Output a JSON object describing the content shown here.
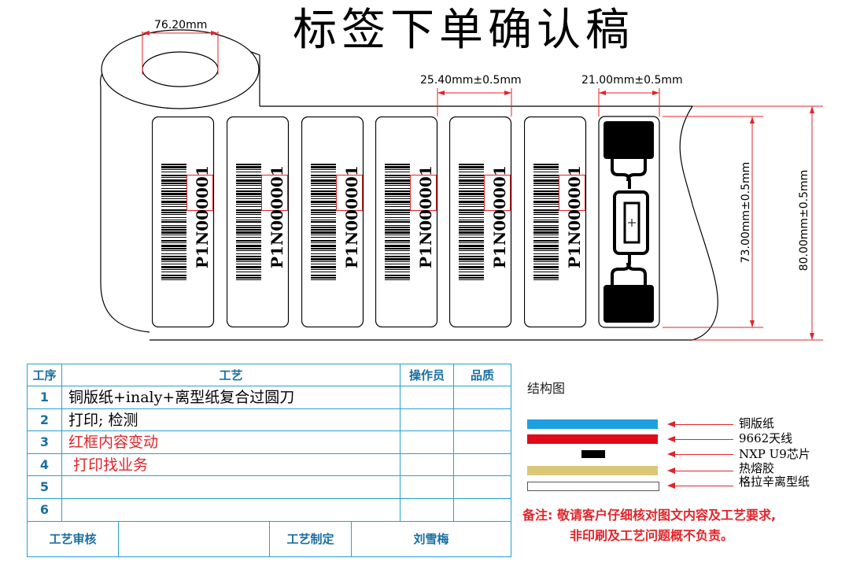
{
  "title": "标签下单确认稿",
  "dimensions": {
    "core_width": "76.20mm",
    "pitch": "25.40mm±0.5mm",
    "label_width": "21.00mm±0.5mm",
    "label_height": "73.00mm±0.5mm",
    "liner_height": "80.00mm±0.5mm"
  },
  "barcode_text": "P1N000001",
  "barcode_label_count": 6,
  "process_table": {
    "headers": {
      "step": "工序",
      "process": "工艺",
      "operator": "操作员",
      "quality": "品质"
    },
    "rows": [
      {
        "no": "1",
        "text": "铜版纸+inaly+离型纸复合过圆刀",
        "red": false
      },
      {
        "no": "2",
        "text": "打印; 检测",
        "red": false
      },
      {
        "no": "3",
        "text": "红框内容变动",
        "red": true
      },
      {
        "no": "4",
        "text": "打印找业务",
        "red": true
      },
      {
        "no": "5",
        "text": "",
        "red": false
      },
      {
        "no": "6",
        "text": "",
        "red": false
      }
    ],
    "footer": {
      "review_label": "工艺审核",
      "review_value": "",
      "make_label": "工艺制定",
      "make_value": "刘雪梅"
    }
  },
  "structure": {
    "title": "结构图",
    "layers": [
      {
        "name": "铜版纸",
        "color": "#1ea0e0"
      },
      {
        "name": "9662天线",
        "color": "#e00a1a"
      },
      {
        "name": "NXP U9芯片",
        "color": "#000000"
      },
      {
        "name": "热熔胶",
        "color": "#d8c878"
      },
      {
        "name": "格拉辛离型纸",
        "color": "#ffffff"
      }
    ]
  },
  "note": {
    "line1": "备注: 敬请客户仔细核对图文内容及工艺要求,",
    "line2": "非印刷及工艺问题概不负责。"
  },
  "colors": {
    "dimension": "#e0252b",
    "table_border": "#2aa0d0",
    "table_text": "#1a6fa0"
  }
}
